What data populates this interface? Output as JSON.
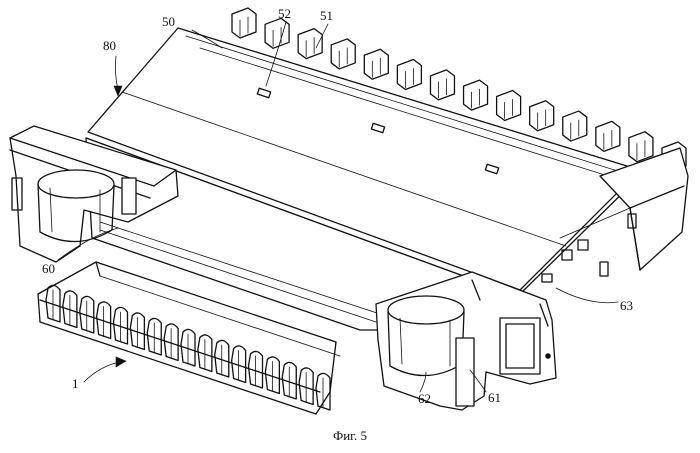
{
  "labels": {
    "l80": "80",
    "l50": "50",
    "l52": "52",
    "l51": "51",
    "l60": "60",
    "l1": "1",
    "l62": "62",
    "l61": "61",
    "l63": "63"
  },
  "caption": "Фиг. 5"
}
